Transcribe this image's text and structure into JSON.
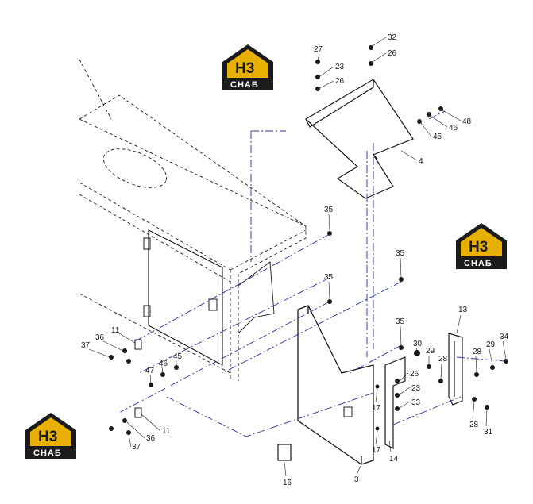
{
  "logo": {
    "letters": "H3",
    "subtitle": "СНАБ",
    "color_accent": "#e8b000",
    "color_dark": "#1b1b1b"
  },
  "callouts": {
    "c27": "27",
    "c23a": "23",
    "c26a": "26",
    "c32": "32",
    "c26b": "26",
    "c4": "4",
    "c45a": "45",
    "c46a": "46",
    "c48": "48",
    "c35a": "35",
    "c35b": "35",
    "c35c": "35",
    "c35d": "35",
    "c13": "13",
    "c34": "34",
    "c29a": "29",
    "c28a": "28",
    "c29b": "29",
    "c28b": "28",
    "c30": "30",
    "c26c": "26",
    "c23b": "23",
    "c33": "33",
    "c17a": "17",
    "c17b": "17",
    "c14": "14",
    "c28c": "28",
    "c31": "31",
    "c3": "3",
    "c16": "16",
    "c11a": "11",
    "c36a": "36",
    "c37a": "37",
    "c45b": "45",
    "c46b": "46",
    "c47": "47",
    "c11b": "11",
    "c36b": "36",
    "c37b": "37"
  }
}
